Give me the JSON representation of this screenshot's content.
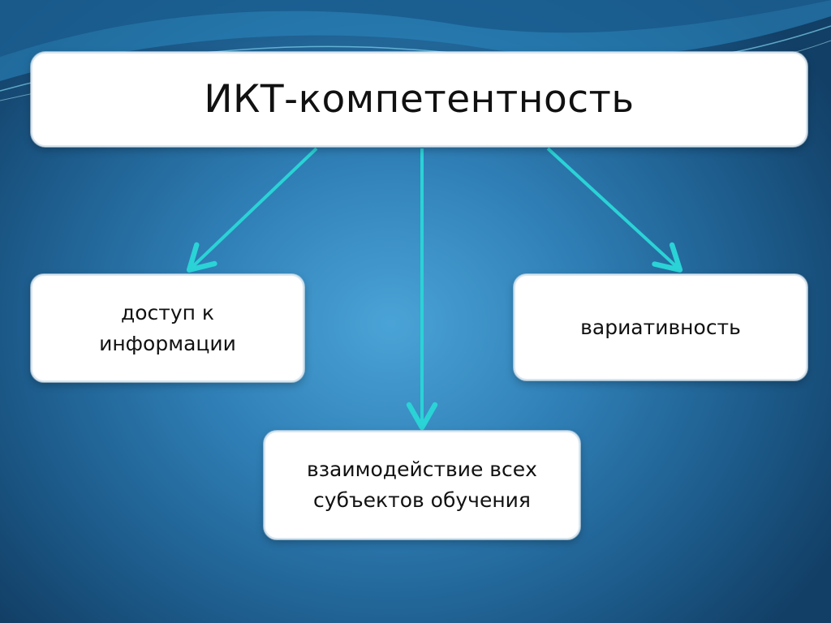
{
  "diagram": {
    "root": {
      "label": "ИКТ-компетентность"
    },
    "nodes": [
      {
        "id": "left",
        "label": "доступ к\nинформации"
      },
      {
        "id": "right",
        "label": "вариативность"
      },
      {
        "id": "bottom",
        "label": "взаимодействие всех\nсубъектов обучения"
      }
    ],
    "edges": [
      {
        "from": "root",
        "to": "left"
      },
      {
        "from": "root",
        "to": "bottom"
      },
      {
        "from": "root",
        "to": "right"
      }
    ]
  },
  "colors": {
    "arrow": "#2ad3d6",
    "box_fill": "#ffffff",
    "text": "#111111"
  }
}
